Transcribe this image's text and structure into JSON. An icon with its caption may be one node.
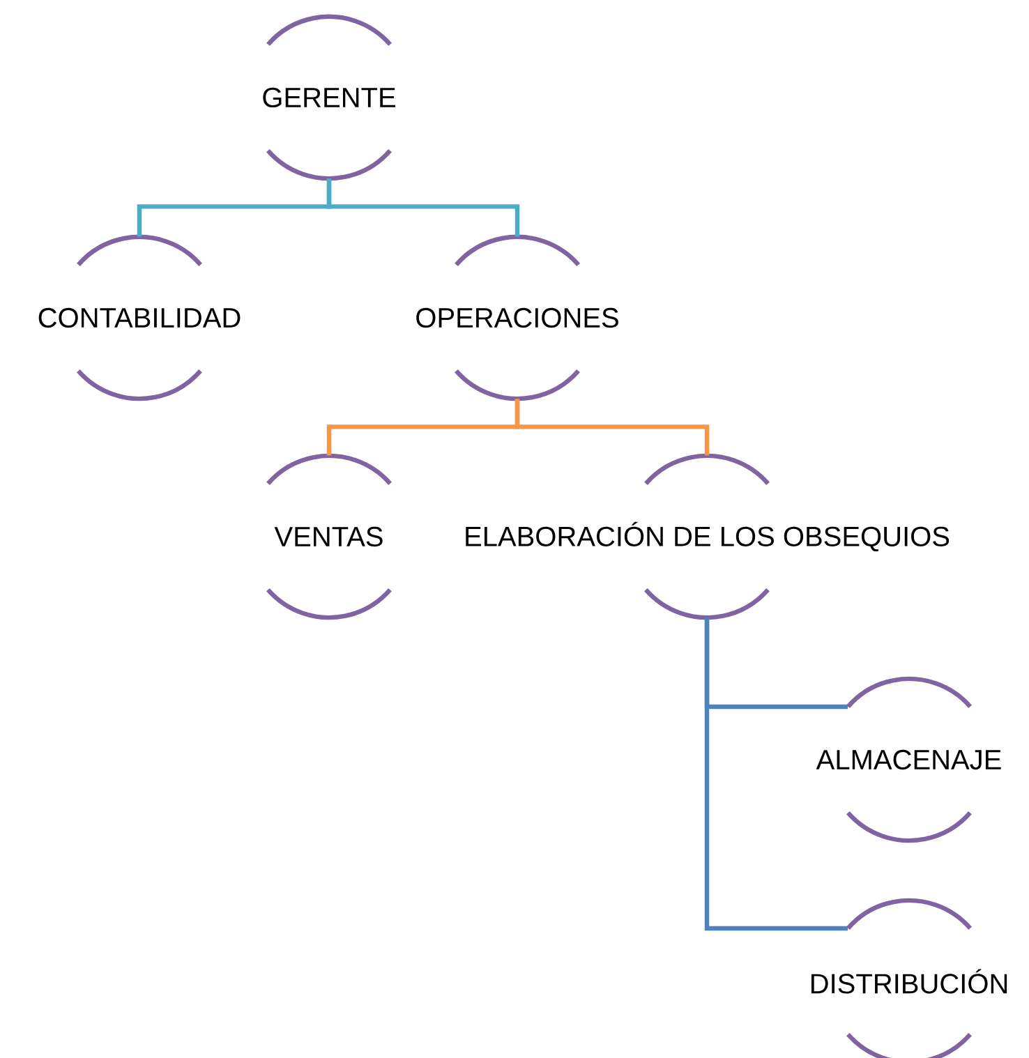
{
  "diagram": {
    "nodes": [
      {
        "text": [
          "GERENTE"
        ]
      },
      {
        "text": [
          "CONTABILIDAD"
        ]
      },
      {
        "text": [
          "OPERACIONES"
        ]
      },
      {
        "text": [
          "VENTAS"
        ]
      },
      {
        "text": [
          "ELABORACIÓN DE LOS OBSEQUIOS"
        ]
      },
      {
        "text": [
          "ALMACENAJE"
        ]
      },
      {
        "text": [
          "DISTRIBUCIÓN"
        ]
      }
    ],
    "edges": [
      {
        "from": 0,
        "to": 1,
        "arrow": "none",
        "color": "#4bacc6"
      },
      {
        "from": 0,
        "to": 2,
        "arrow": "none",
        "color": "#4bacc6"
      },
      {
        "from": 2,
        "to": 3,
        "arrow": "none",
        "color": "#f79646"
      },
      {
        "from": 2,
        "to": 4,
        "arrow": "none",
        "color": "#f79646"
      },
      {
        "from": 4,
        "to": 5,
        "arrow": "none",
        "color": "#4f81bd"
      },
      {
        "from": 4,
        "to": 6,
        "arrow": "none",
        "color": "#4f81bd"
      }
    ]
  }
}
